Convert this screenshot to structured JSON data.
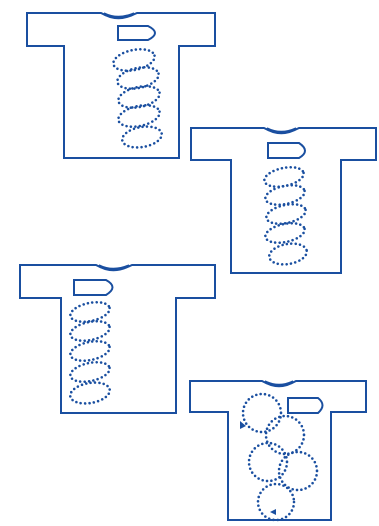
{
  "colors": {
    "stroke": "#1a4fa0",
    "background": "#ffffff"
  },
  "figures": [
    {
      "name": "tshirt-diagram-1",
      "pattern": "diagonal-dotted-loops",
      "loops": 5
    },
    {
      "name": "tshirt-diagram-2",
      "pattern": "diagonal-dotted-loops",
      "loops": 5
    },
    {
      "name": "tshirt-diagram-3",
      "pattern": "diagonal-dotted-loops",
      "loops": 5
    },
    {
      "name": "tshirt-diagram-4",
      "pattern": "dotted-circles",
      "loops": 5
    }
  ]
}
